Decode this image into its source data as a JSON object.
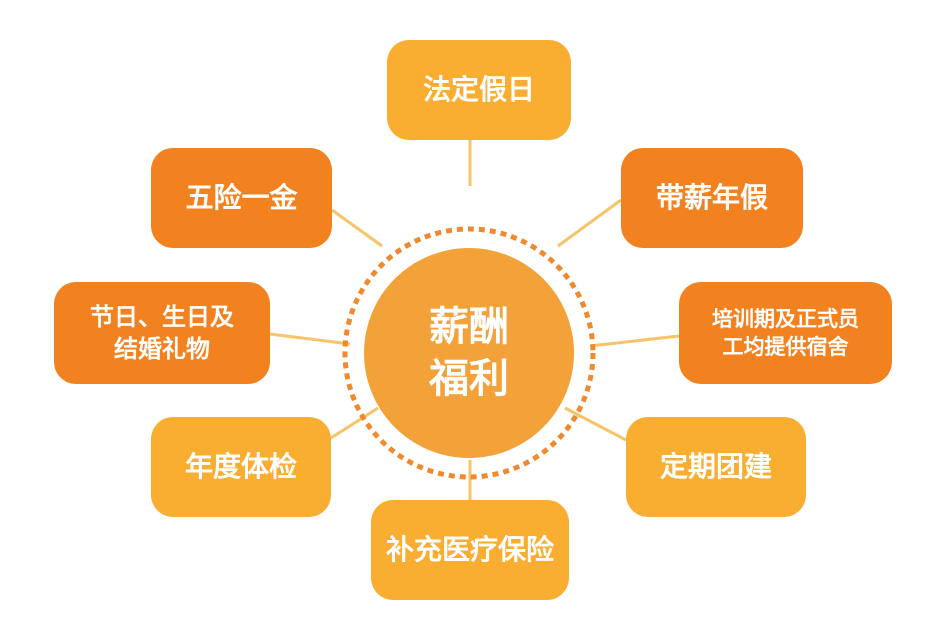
{
  "center": {
    "label": "薪酬福利"
  },
  "benefits": [
    {
      "id": "legal-holidays",
      "label": "法定假日"
    },
    {
      "id": "social-insurance",
      "label": "五险一金"
    },
    {
      "id": "paid-leave",
      "label": "带薪年假"
    },
    {
      "id": "holiday-gifts",
      "line1": "节日、生日及",
      "line2": "结婚礼物"
    },
    {
      "id": "dormitory",
      "line1": "培训期及正式员",
      "line2": "工均提供宿舍"
    },
    {
      "id": "health-check",
      "label": "年度体检"
    },
    {
      "id": "team-building",
      "label": "定期团建"
    },
    {
      "id": "medical-insurance",
      "label": "补充医疗保险"
    }
  ],
  "colors": {
    "center_fill": "#f3a23a",
    "dark_orange": "#f2821f",
    "light_orange": "#f9ad31",
    "dotted_ring": "#ef8a2e",
    "connector_line": "#f7c46a"
  }
}
